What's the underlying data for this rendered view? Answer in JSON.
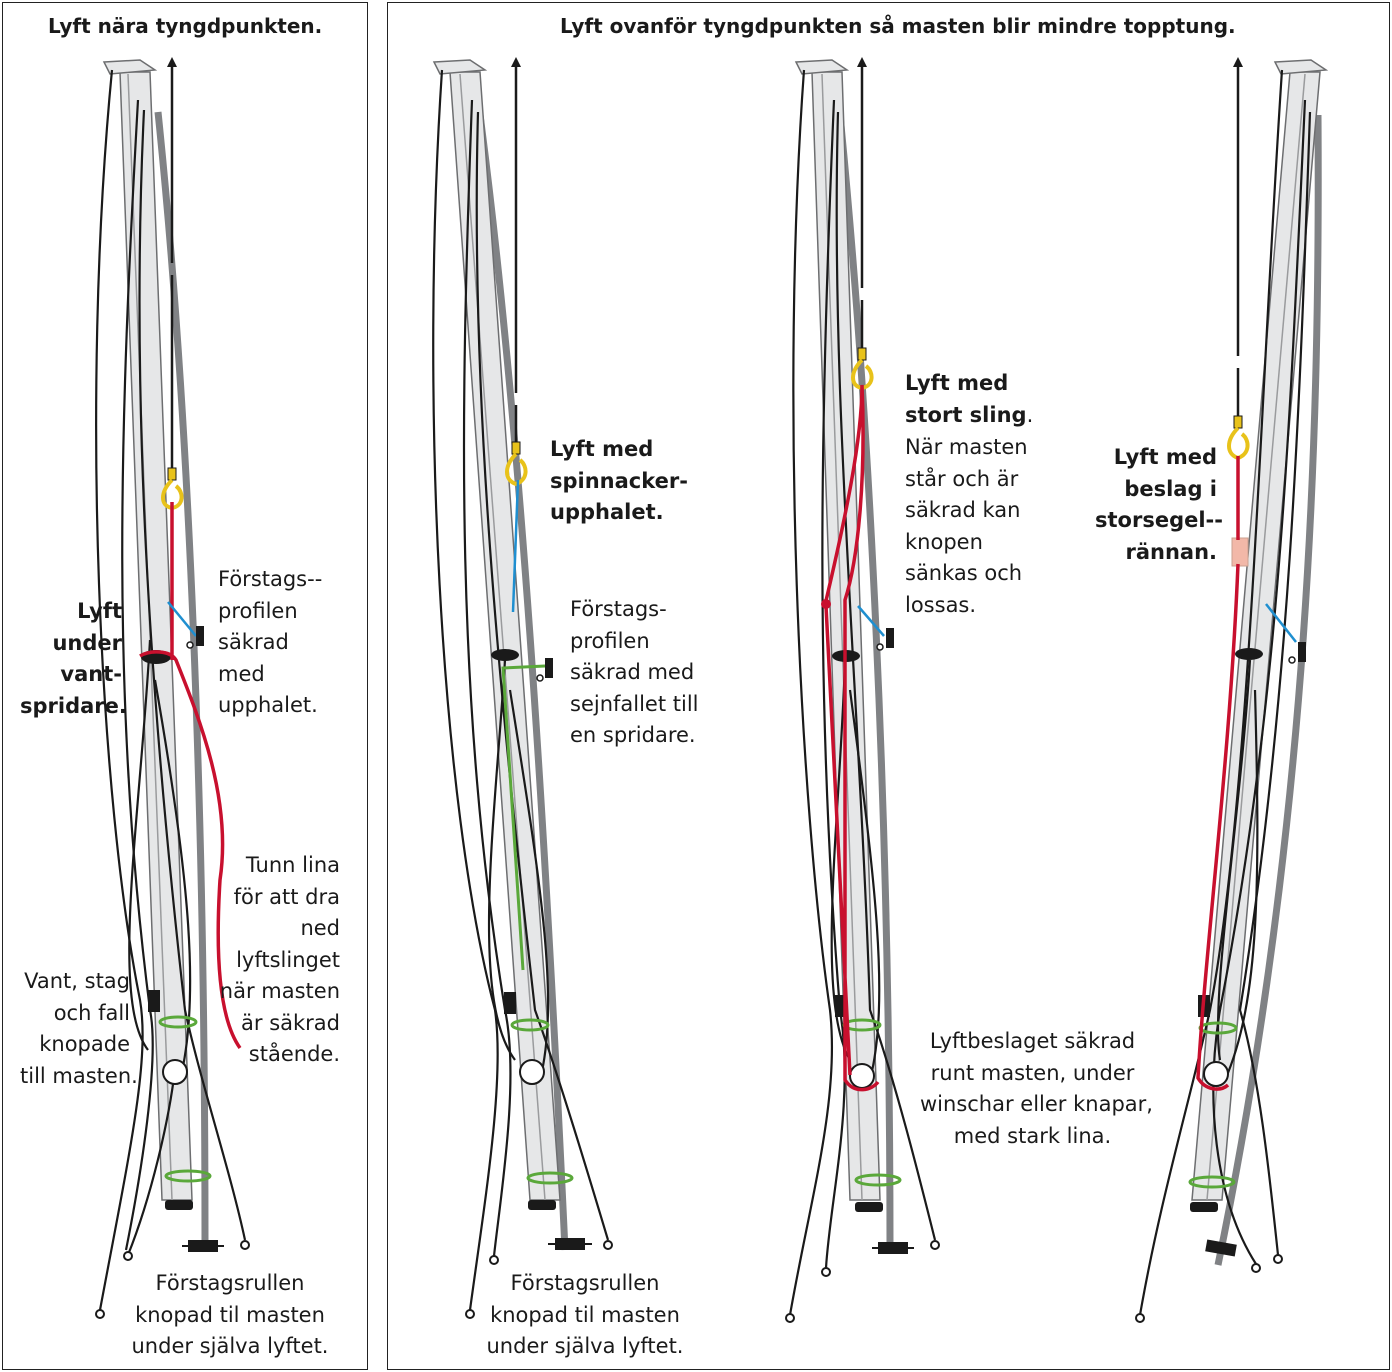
{
  "left_panel": {
    "title": "Lyft nära tyngdpunkten.",
    "label_lift": "Lyft\nunder\nvant-\nspridare.",
    "label_forestay": "Förstags--\nprofilen\nsäkrad\nmed\nupphalet.",
    "label_thin_line": "Tunn lina\nför att dra\nned\nlyftslinget\nnär masten\när säkrad\nstående.",
    "label_shrouds": "Vant, stag\noch fall\nknopade\ntill masten.",
    "label_roller": "Förstagsrullen\nknopad til masten\nunder själva lyftet."
  },
  "right_panel": {
    "title": "Lyft ovanför tyngdpunkten så masten blir mindre topptung.",
    "label_spinnaker": "Lyft med\nspinnacker-\nupphalet.",
    "label_forestay2": "Förstags-\nprofilen\nsäkrad med\nsejnfallet till\nen spridare.",
    "label_roller2": "Förstagsrullen\nknopad til masten\nunder själva lyftet.",
    "label_sling_bold": "Lyft med\nstort sling",
    "label_sling_dot": ".",
    "label_sling_rest": "När masten\nstår och är\nsäkrad kan\nknopen\nsänkas och\nlossas.",
    "label_fitting_secured": "Lyftbeslaget säkrad\nrunt masten, under\nwinschar eller knapar,\nmed stark lina.",
    "label_fitting": "Lyft med\nbeslag i\nstorsegel--\nrännan."
  },
  "colors": {
    "mast_fill": "#e6e7e8",
    "mast_stroke": "#6d6e70",
    "forestay": "#808285",
    "line": "#1a1a1a",
    "sling_red": "#c8102e",
    "blue_line": "#1f8fd0",
    "green_lashing": "#5aa83a",
    "hook_gold": "#e8c21a",
    "fitting_pink": "#f2b8a8"
  },
  "icons": [
    "lift-arrow-icon",
    "hook-icon",
    "shackle-icon",
    "roller-drum-icon",
    "spreader-icon"
  ]
}
